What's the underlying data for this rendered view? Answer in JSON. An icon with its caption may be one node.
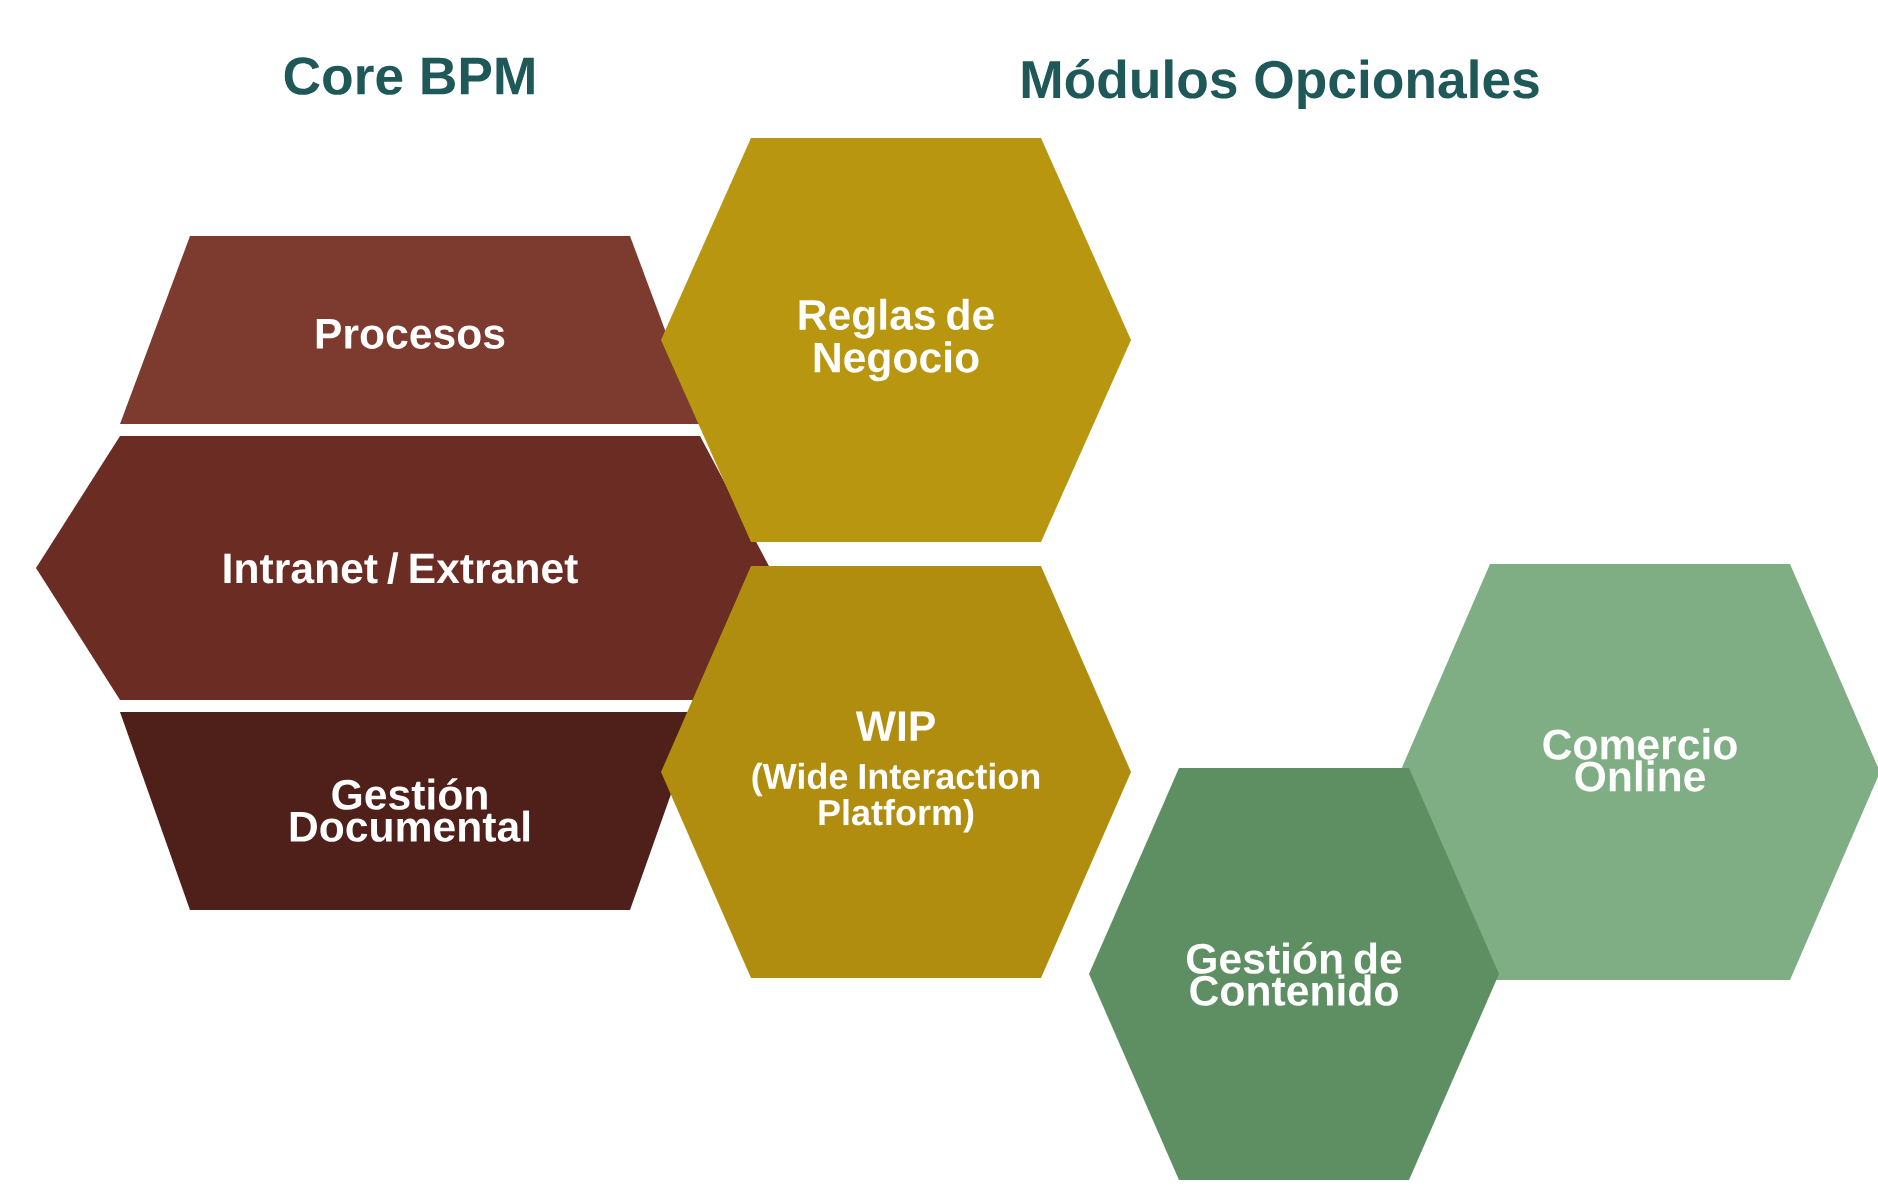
{
  "diagram": {
    "nodes": [
      {
        "text": [
          "Procesos"
        ]
      },
      {
        "text": [
          "Intranet / Extranet"
        ]
      },
      {
        "text": [
          "Gestión Documental"
        ]
      },
      {
        "text": [
          "Reglas de Negocio"
        ]
      },
      {
        "text": [
          "WIP",
          "(Wide Interaction Platform)"
        ]
      },
      {
        "text": [
          "Comercio Online"
        ]
      },
      {
        "text": [
          "Gestión de Contenido"
        ]
      }
    ],
    "labels": [
      "Core BPM",
      "Módulos Opcionales"
    ]
  }
}
